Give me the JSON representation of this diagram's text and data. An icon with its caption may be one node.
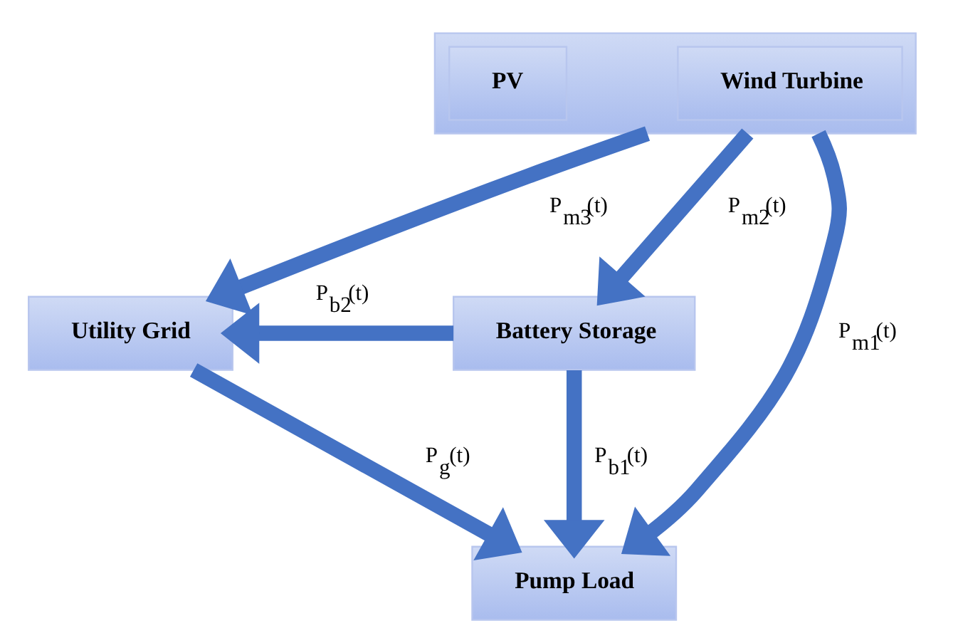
{
  "diagram": {
    "nodes": [
      {
        "text": [
          "Utility Grid"
        ]
      },
      {
        "text": [],
        "shape": "box"
      },
      {
        "text": [
          "Wind Turbine"
        ],
        "in": 1
      },
      {
        "text": [
          "PV"
        ],
        "in": 1
      },
      {
        "text": [
          "Battery Storage"
        ]
      },
      {
        "text": [
          "Pump Load"
        ]
      }
    ],
    "edges": [
      {
        "from": 1,
        "to": 0,
        "arrow": "to",
        "label": "P$_{m3}$(t)"
      },
      {
        "from": 1,
        "to": 4,
        "arrow": "to",
        "label": "P$_{m2}$(t)"
      },
      {
        "from": 4,
        "to": 0,
        "arrow": "to",
        "label": "P$_{b2}$(t)"
      },
      {
        "from": 4,
        "to": 5,
        "arrow": "to",
        "label": "P$_{b1}$(t)"
      },
      {
        "from": 1,
        "to": 5,
        "arrow": "to",
        "label": "P$_{m1}$(t)"
      },
      {
        "from": 0,
        "to": 5,
        "arrow": "to",
        "label": "P$_{g}$(t)"
      }
    ]
  }
}
